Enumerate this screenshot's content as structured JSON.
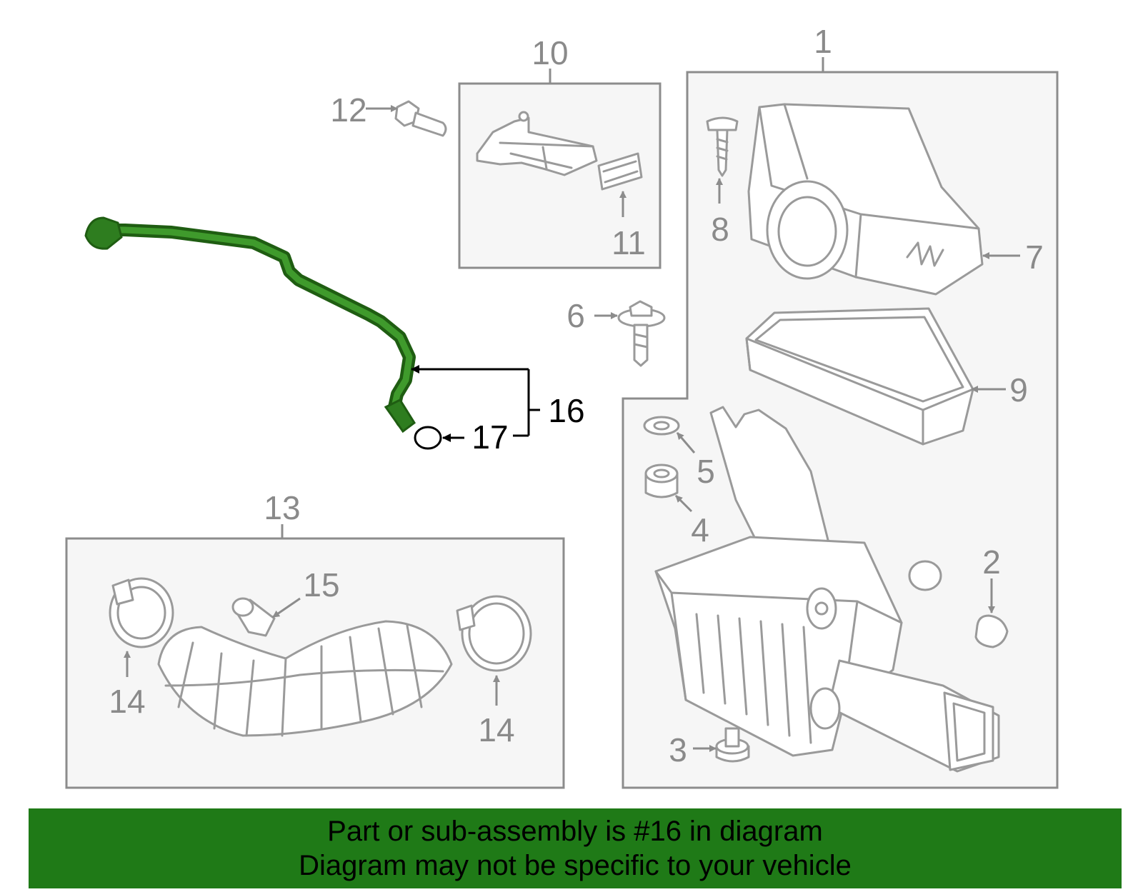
{
  "callouts": {
    "c1": "1",
    "c2": "2",
    "c3": "3",
    "c4": "4",
    "c5": "5",
    "c6": "6",
    "c7": "7",
    "c8": "8",
    "c9": "9",
    "c10": "10",
    "c11": "11",
    "c12": "12",
    "c13": "13",
    "c14a": "14",
    "c14b": "14",
    "c15": "15",
    "c16": "16",
    "c17": "17"
  },
  "highlighted_part": "16",
  "colors": {
    "highlight": "#2e7d1f",
    "banner": "#1f7a17",
    "parts": "#9a9a9a"
  },
  "banner": {
    "line1": "Part or sub-assembly is #16 in diagram",
    "line2": "Diagram may not be specific to your vehicle"
  }
}
